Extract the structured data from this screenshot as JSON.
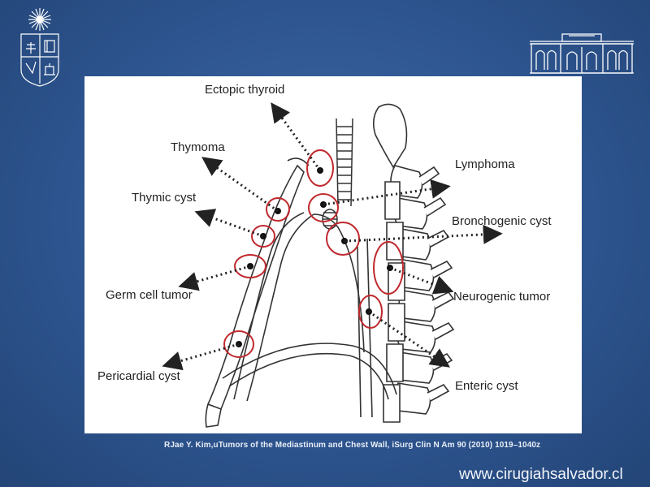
{
  "labels": {
    "ectopic_thyroid": "Ectopic thyroid",
    "thymoma": "Thymoma",
    "thymic_cyst": "Thymic cyst",
    "germ_cell_tumor": "Germ cell tumor",
    "pericardial_cyst": "Pericardial cyst",
    "lymphoma": "Lymphoma",
    "bronchogenic_cyst": "Bronchogenic cyst",
    "neurogenic_tumor": "Neurogenic tumor",
    "enteric_cyst": "Enteric cyst"
  },
  "citation": "RJae Y. Kim,uTumors of the Mediastinum and Chest Wall, iSurg Clin N Am 90 (2010) 1019–1040z",
  "website": "www.cirugiahsalvador.cl",
  "colors": {
    "background": "#2e5590",
    "highlight_circle": "#c0282d",
    "line": "#222222"
  },
  "icons": [
    "university-crest-icon",
    "hospital-building-icon"
  ]
}
